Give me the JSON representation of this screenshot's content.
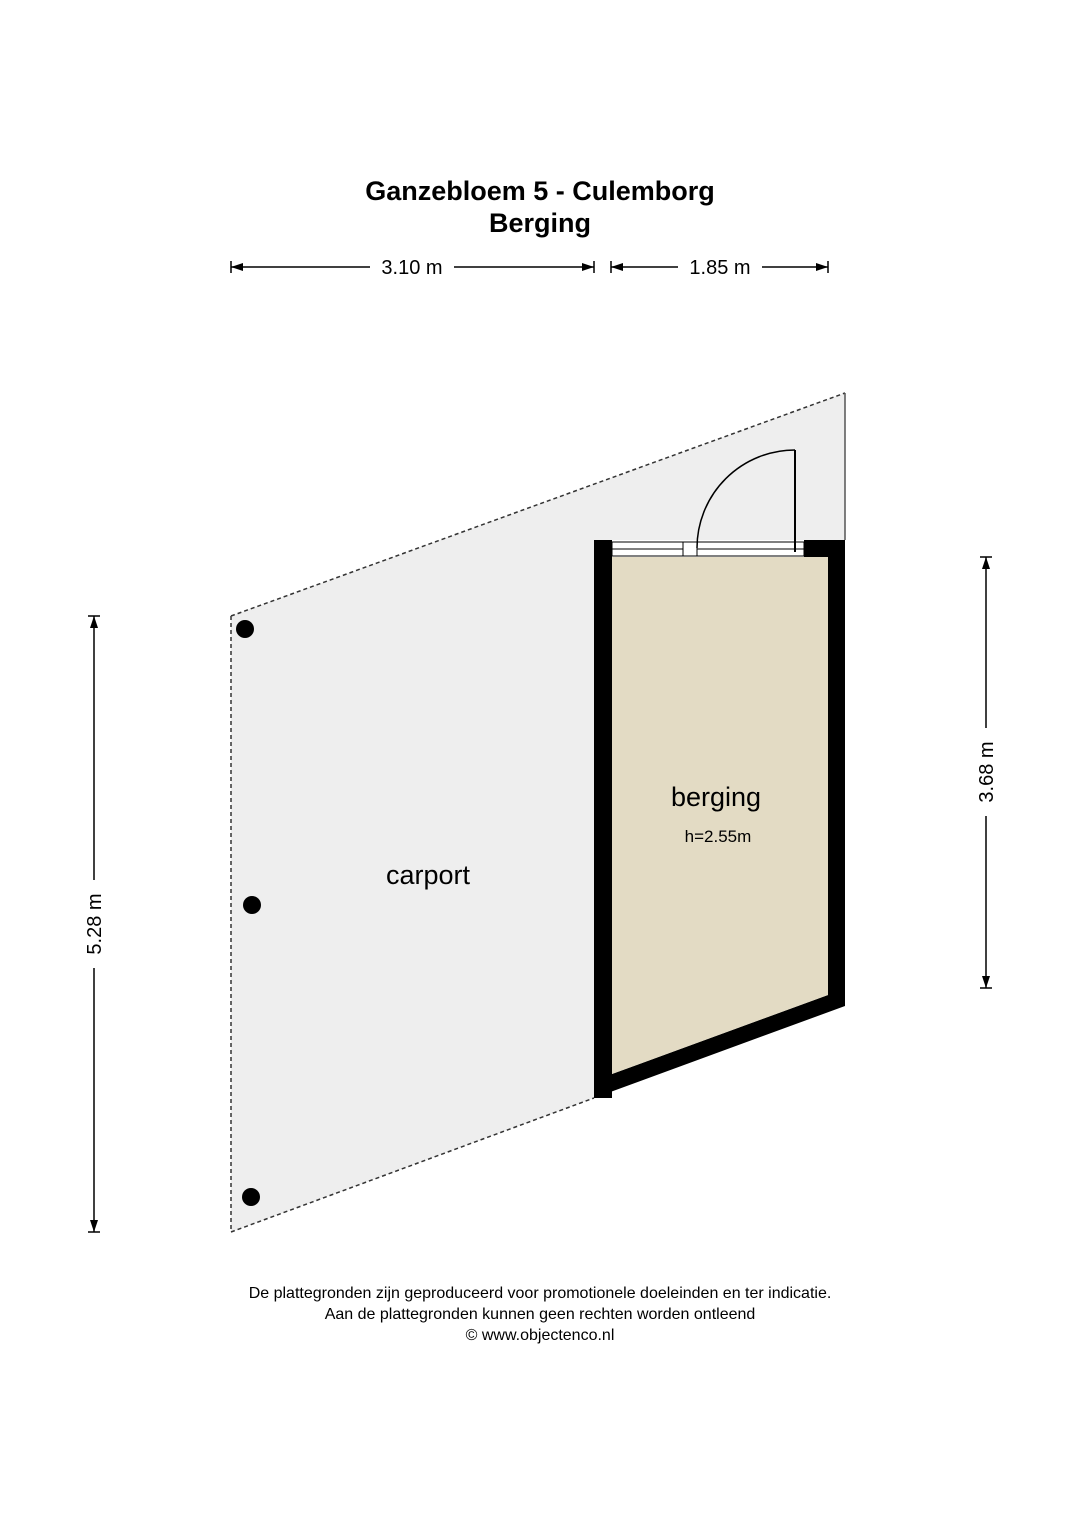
{
  "header": {
    "title": "Ganzebloem 5 - Culemborg",
    "subtitle": "Berging"
  },
  "dimensions": {
    "top_left": "3.10 m",
    "top_right": "1.85 m",
    "left": "5.28 m",
    "right": "3.68 m"
  },
  "rooms": {
    "carport": {
      "label": "carport"
    },
    "berging": {
      "label": "berging",
      "height": "h=2.55m"
    }
  },
  "colors": {
    "carport_fill": "#eeeeee",
    "berging_fill": "#e3dbc4",
    "wall": "#000000"
  },
  "footer": {
    "line1": "De plattegronden zijn geproduceerd voor promotionele doeleinden en ter indicatie.",
    "line2": "Aan de plattegronden kunnen geen rechten worden ontleend",
    "line3": "© www.objectenco.nl"
  }
}
